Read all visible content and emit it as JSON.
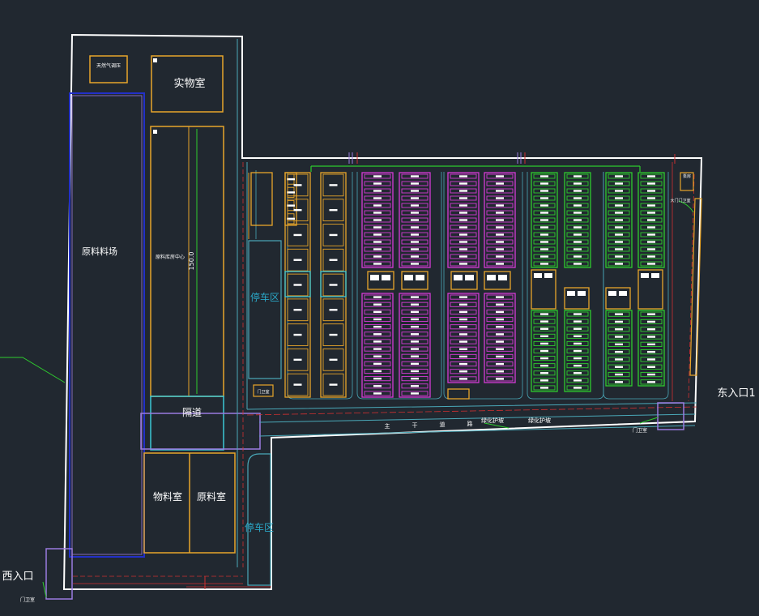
{
  "labels": {
    "gas_station": "天然气调压",
    "sample_room": "实物室",
    "raw_yard": "原料料场",
    "central_hall": "原料库房中心",
    "dimension": "150.0",
    "passage": "隔道",
    "material_room": "物料室",
    "raw_room": "原料室",
    "parking_top": "停车区",
    "parking_bottom": "停车区",
    "road": "主 干 道 路",
    "road_chars": [
      "主",
      "干",
      "道",
      "路"
    ],
    "green_belt_1": "绿化护坡",
    "green_belt_2": "绿化护坡",
    "gate_small": "门卫室",
    "east_entrance": "东入口1",
    "west_entrance": "西入口",
    "guard_east": "门卫室",
    "guard_west": "门卫室",
    "guard_ne": "大门门卫室",
    "pump_room": "泵房",
    "rest_room": "休息室"
  },
  "colors": {
    "background": "#212830",
    "boundary": "#ffffff",
    "orange": "#e8a52a",
    "magenta": "#d63bd6",
    "green": "#2ecc2e",
    "cyan": "#3cc8d6",
    "blue": "#2230c8",
    "lavender": "#9b7be0",
    "red": "#d03030",
    "teal": "#4aa8b8"
  }
}
